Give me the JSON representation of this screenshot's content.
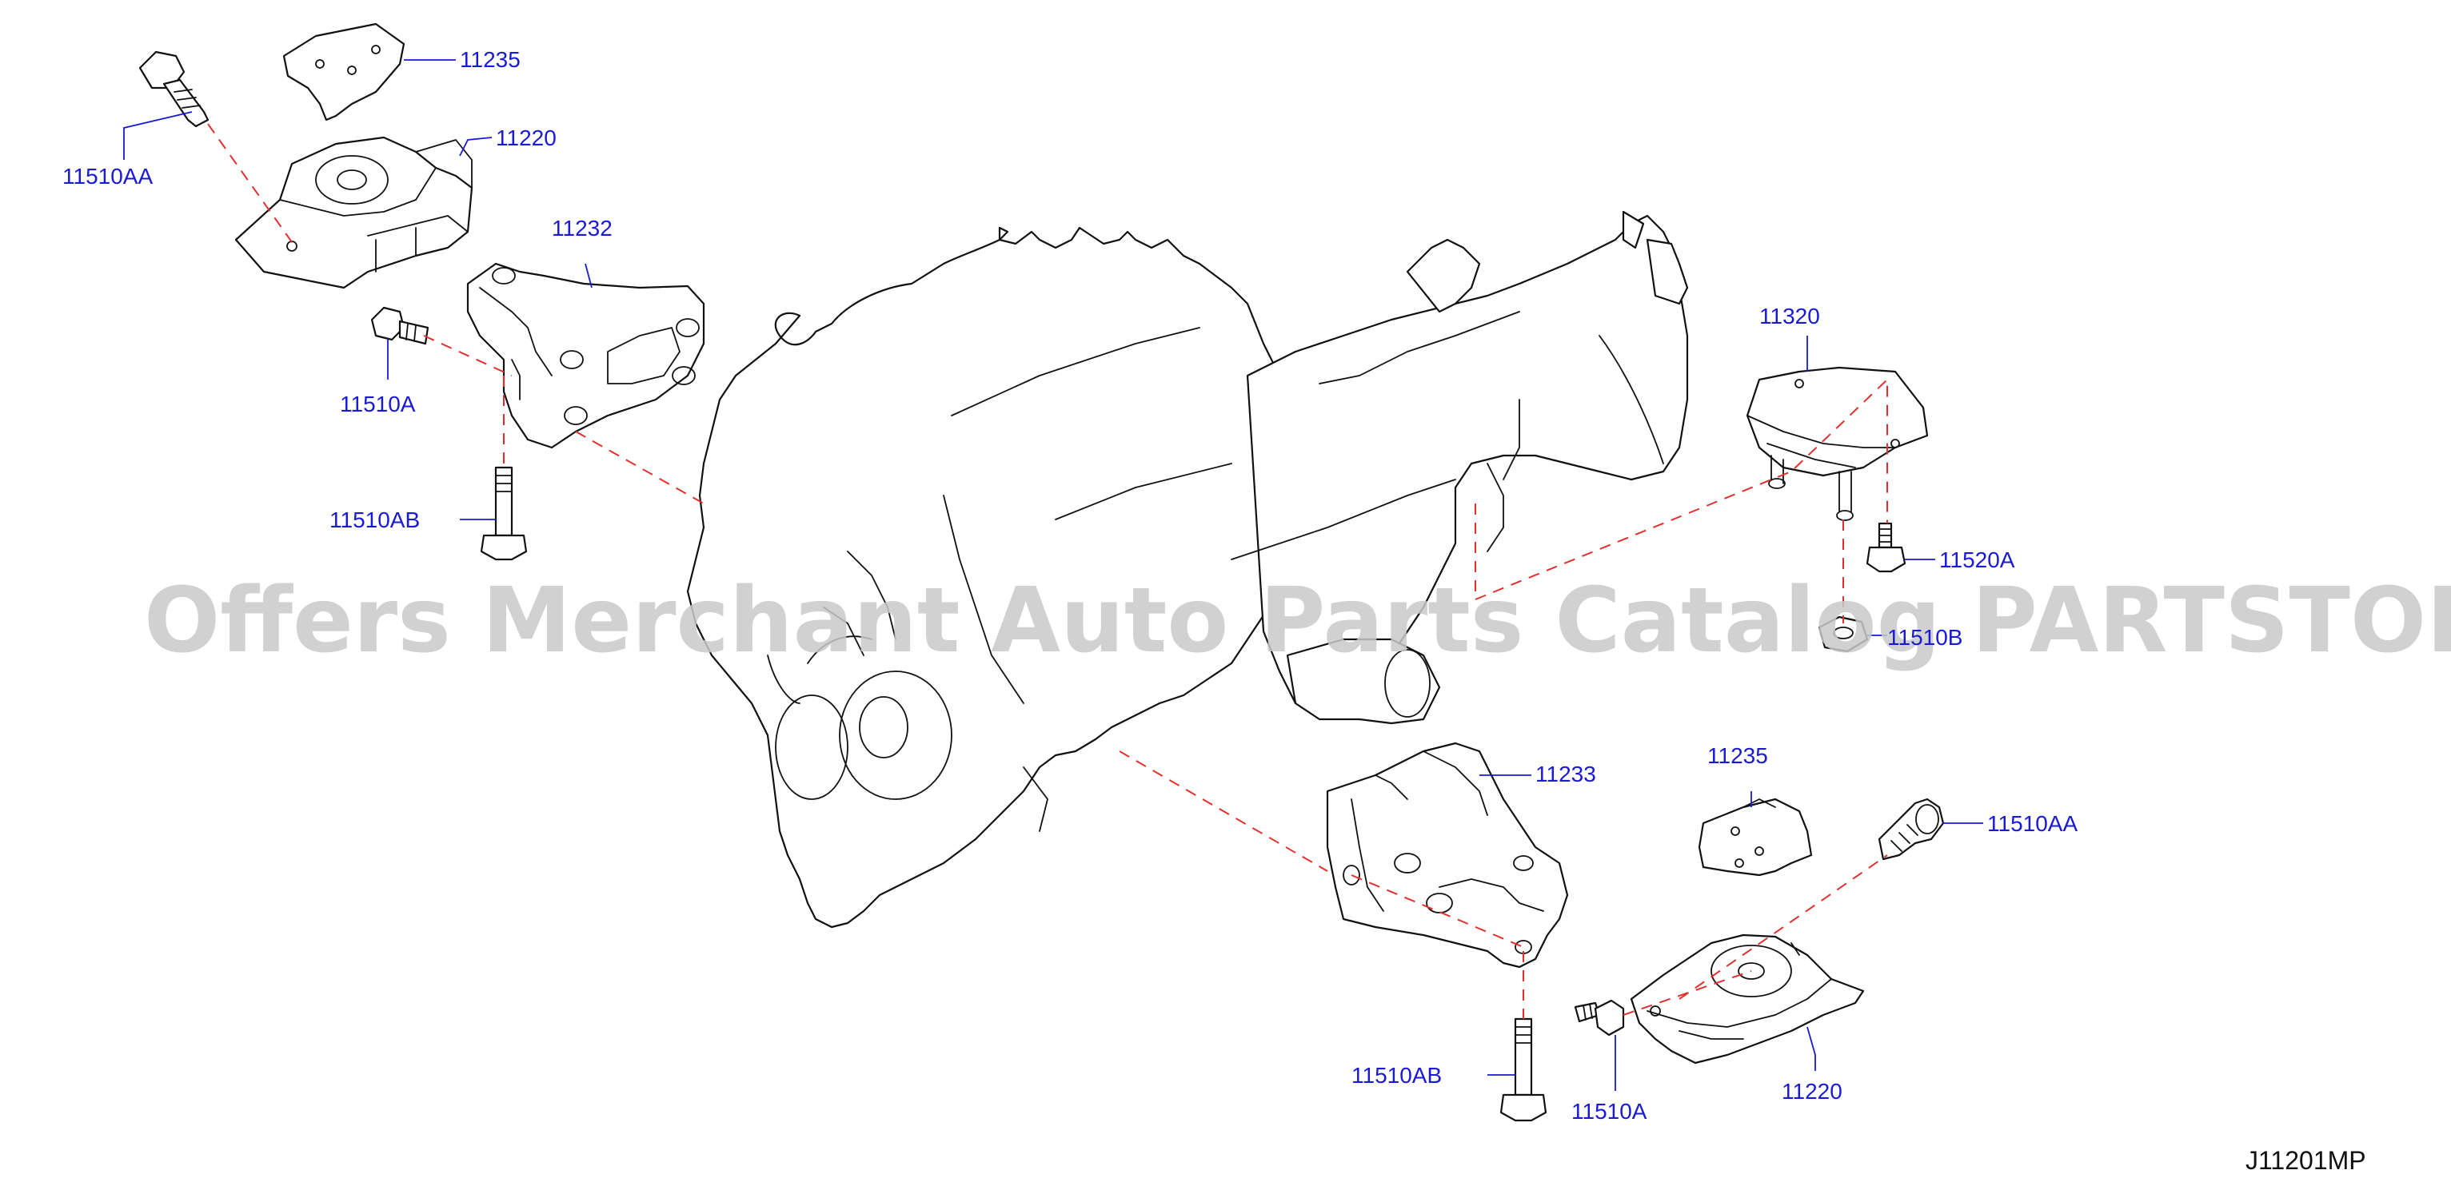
{
  "diagram": {
    "watermark": "Offers Merchant Auto Parts Catalog PARTSTORE.SA",
    "diagram_code": "J11201MP",
    "callouts": {
      "p11235_top": "11235",
      "p11220_top": "11220",
      "p11510AA_top": "11510AA",
      "p11232": "11232",
      "p11510A_top": "11510A",
      "p11510AB_top": "11510AB",
      "p11320": "11320",
      "p11520A": "11520A",
      "p11510B": "11510B",
      "p11233": "11233",
      "p11235_bottom": "11235",
      "p11510AA_bottom": "11510AA",
      "p11510AB_bottom": "11510AB",
      "p11510A_bottom": "11510A",
      "p11220_bottom": "11220"
    },
    "colors": {
      "callout_text": "#1a1ad6",
      "leader_line": "#1a1ad6",
      "alignment_dash": "#e03030",
      "outline": "#111111",
      "watermark": "#c9c9c9"
    }
  }
}
